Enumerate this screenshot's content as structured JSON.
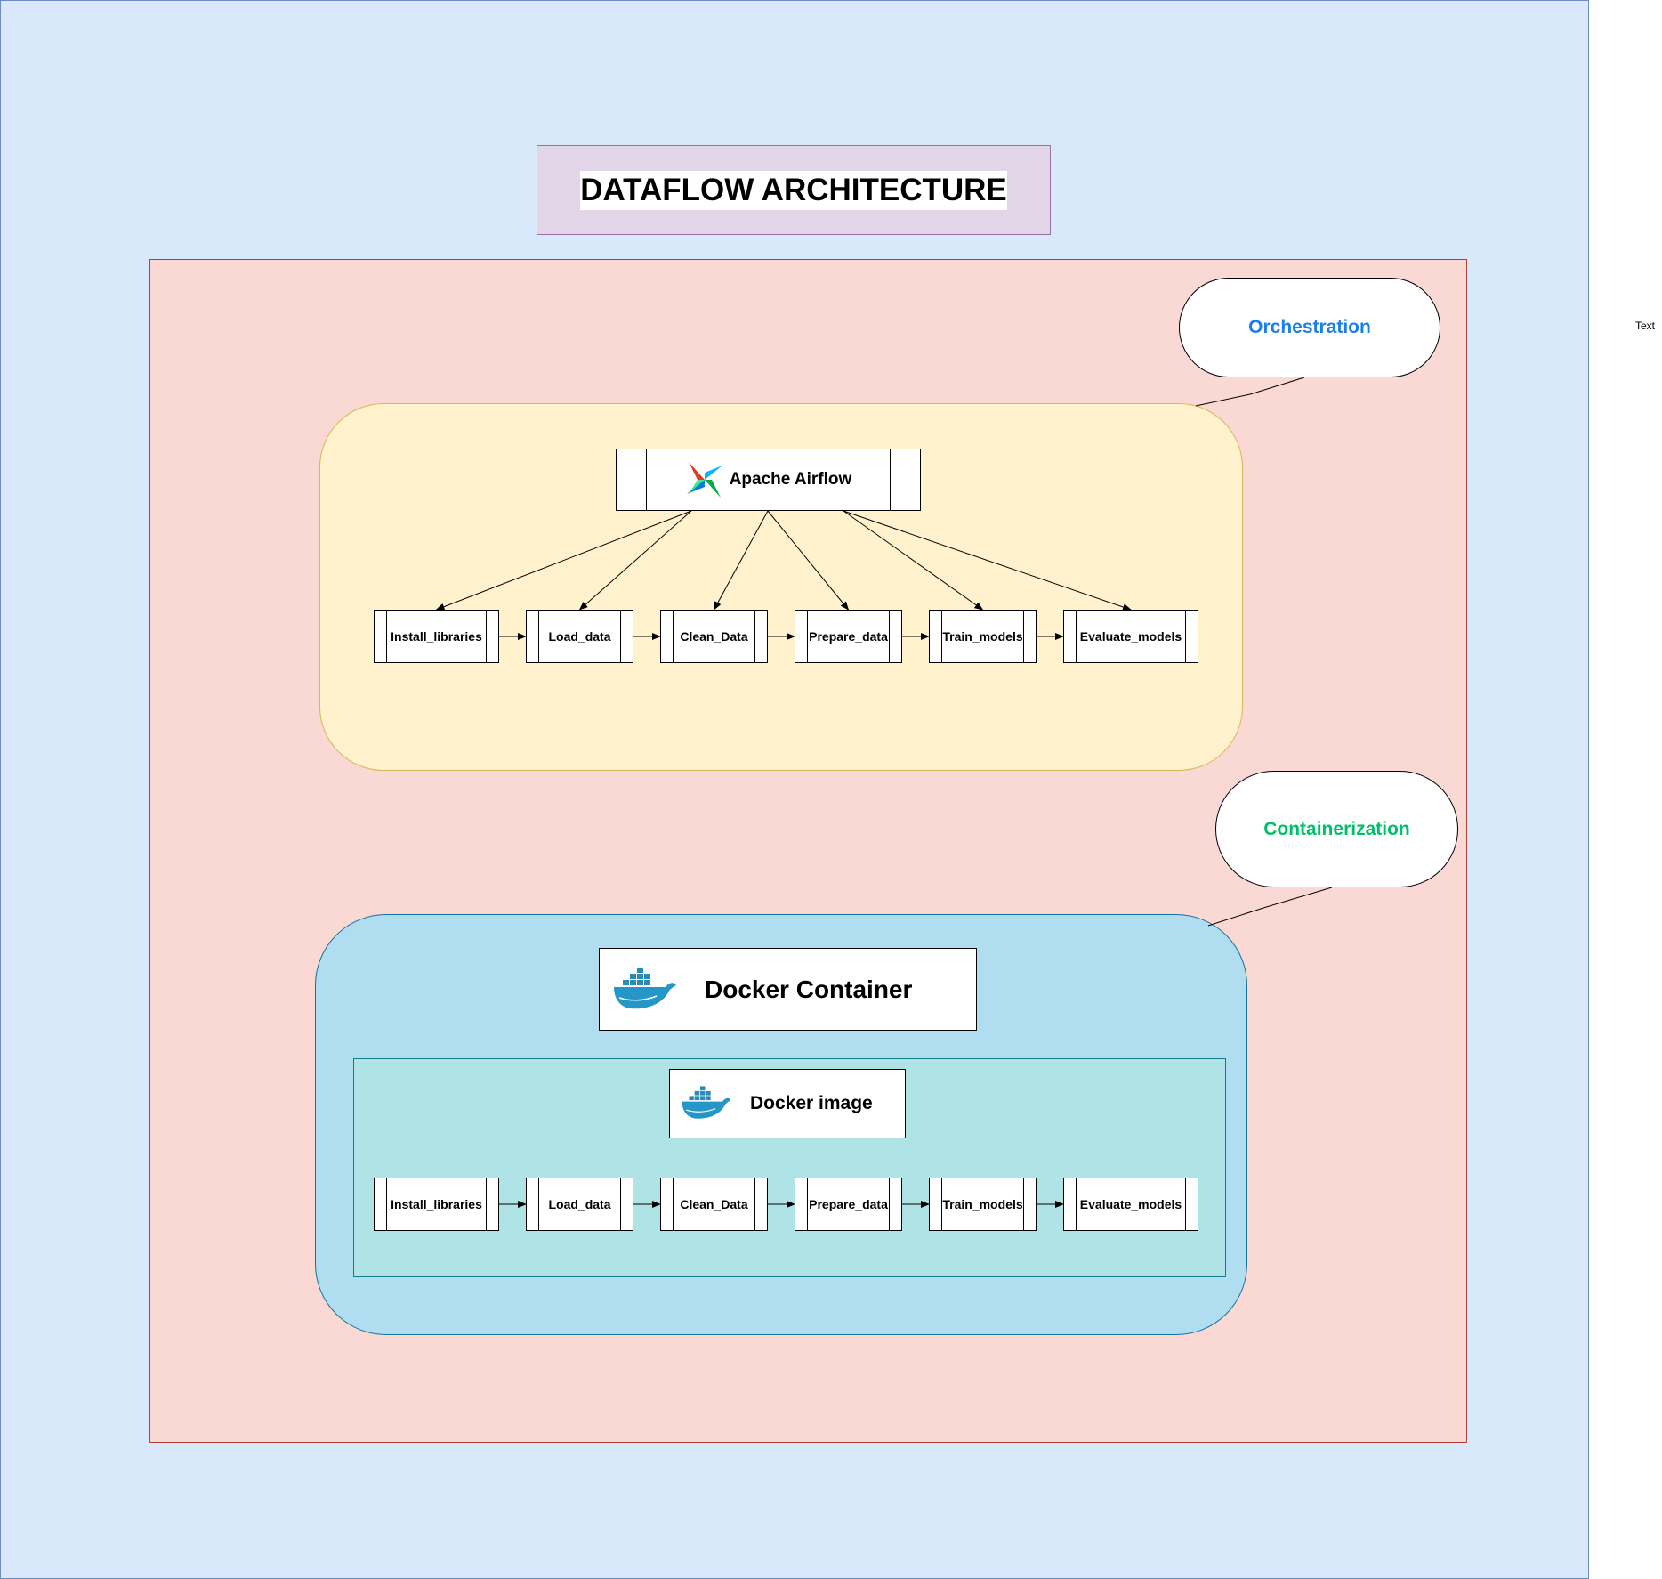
{
  "diagram": {
    "title": "DATAFLOW ARCHITECTURE",
    "orchestration_label": "Orchestration",
    "containerization_label": "Containerization",
    "airflow_label": "Apache Airflow",
    "docker_container_label": "Docker Container",
    "docker_image_label": "Docker image",
    "side_text": "Text",
    "airflow_tasks": [
      "Install_libraries",
      "Load_data",
      "Clean_Data",
      "Prepare_data",
      "Train_models",
      "Evaluate_models"
    ],
    "docker_tasks": [
      "Install_libraries",
      "Load_data",
      "Clean_Data",
      "Prepare_data",
      "Train_models",
      "Evaluate_models"
    ],
    "icons": [
      "airflow-icon",
      "docker-whale-icon"
    ],
    "colors": {
      "background": "#dae8fc",
      "title_fill": "#e1d5e7",
      "outer_fill": "#fad9d5",
      "orchestration_fill": "#fff2cc",
      "docker_fill": "#b1ddf0",
      "image_fill": "#b0e3e6",
      "orchestration_text": "#1a7fe6",
      "containerization_text": "#00c16a"
    }
  }
}
